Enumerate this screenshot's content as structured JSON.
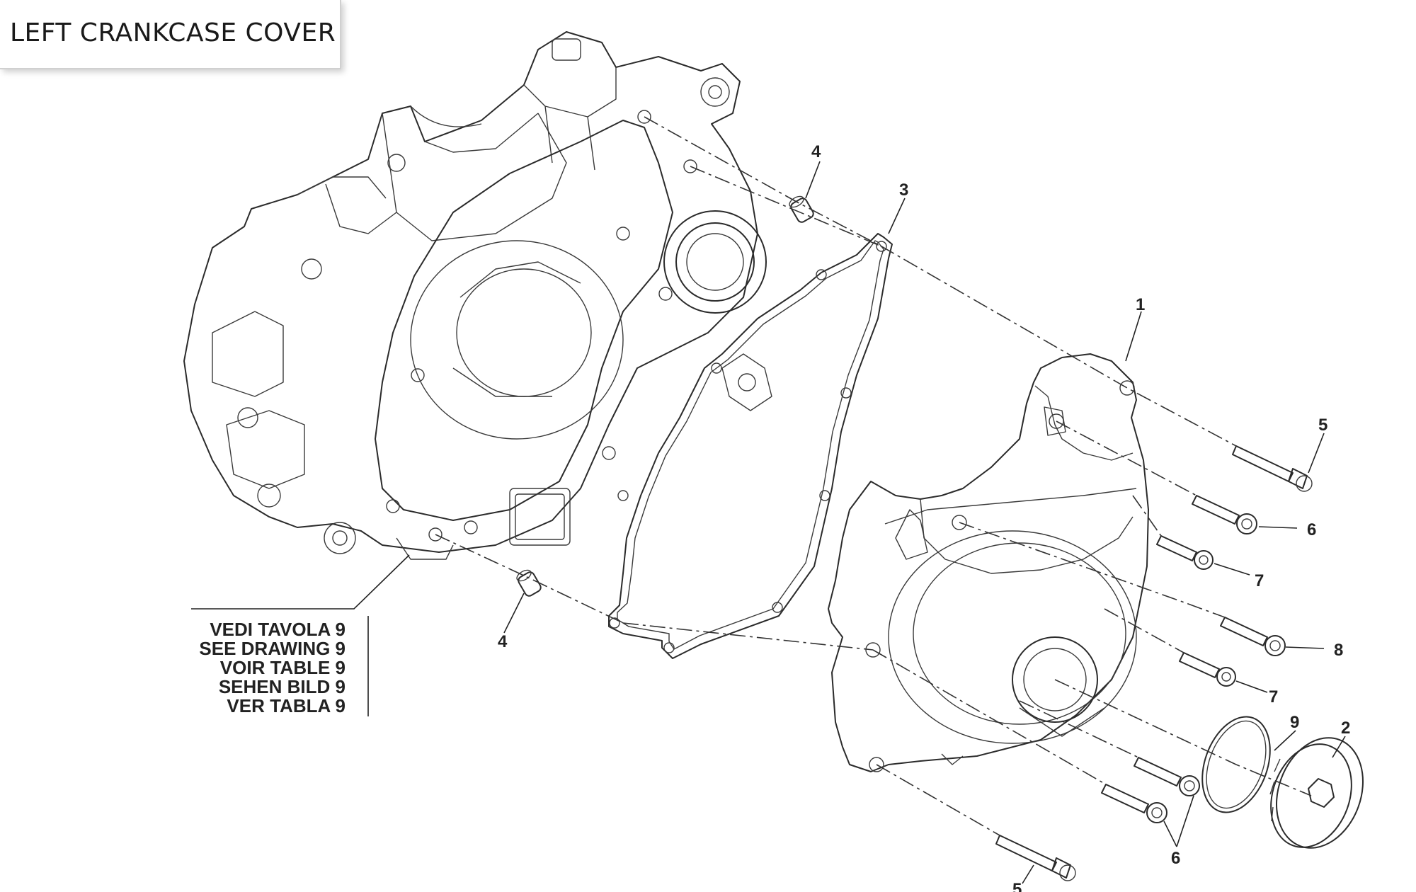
{
  "title": "LEFT CRANKCASE COVER",
  "reference_note": [
    "VEDI TAVOLA 9",
    "SEE DRAWING 9",
    "VOIR TABLE 9",
    "SEHEN BILD 9",
    "VER TABLA 9"
  ],
  "callouts": {
    "n1": "1",
    "n2": "2",
    "n3": "3",
    "n4a": "4",
    "n4b": "4",
    "n5a": "5",
    "n5b": "5",
    "n6a": "6",
    "n6b": "6",
    "n7a": "7",
    "n7b": "7",
    "n8": "8",
    "n9": "9"
  }
}
